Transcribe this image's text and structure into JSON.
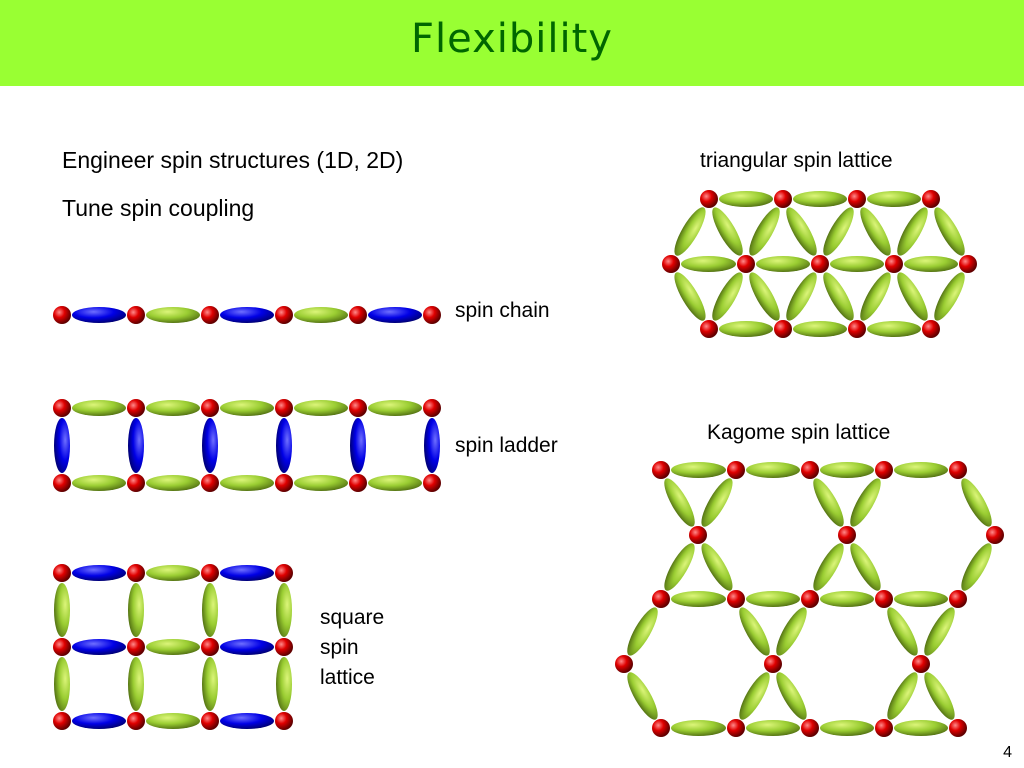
{
  "slide": {
    "title": "Flexibility",
    "bullets": [
      "Engineer spin structures (1D, 2D)",
      "Tune spin coupling"
    ],
    "page_number": "4"
  },
  "labels": {
    "spin_chain": "spin chain",
    "spin_ladder": "spin ladder",
    "square_lattice": [
      "square",
      "spin",
      "lattice"
    ],
    "triangular_lattice": "triangular spin lattice",
    "kagome_lattice": "Kagome spin lattice"
  },
  "colors": {
    "header_background": "#99ff33",
    "title_text": "#006600",
    "spin_site": "#e00000",
    "coupling_green": "#9acd32",
    "coupling_blue": "#0000e6"
  }
}
